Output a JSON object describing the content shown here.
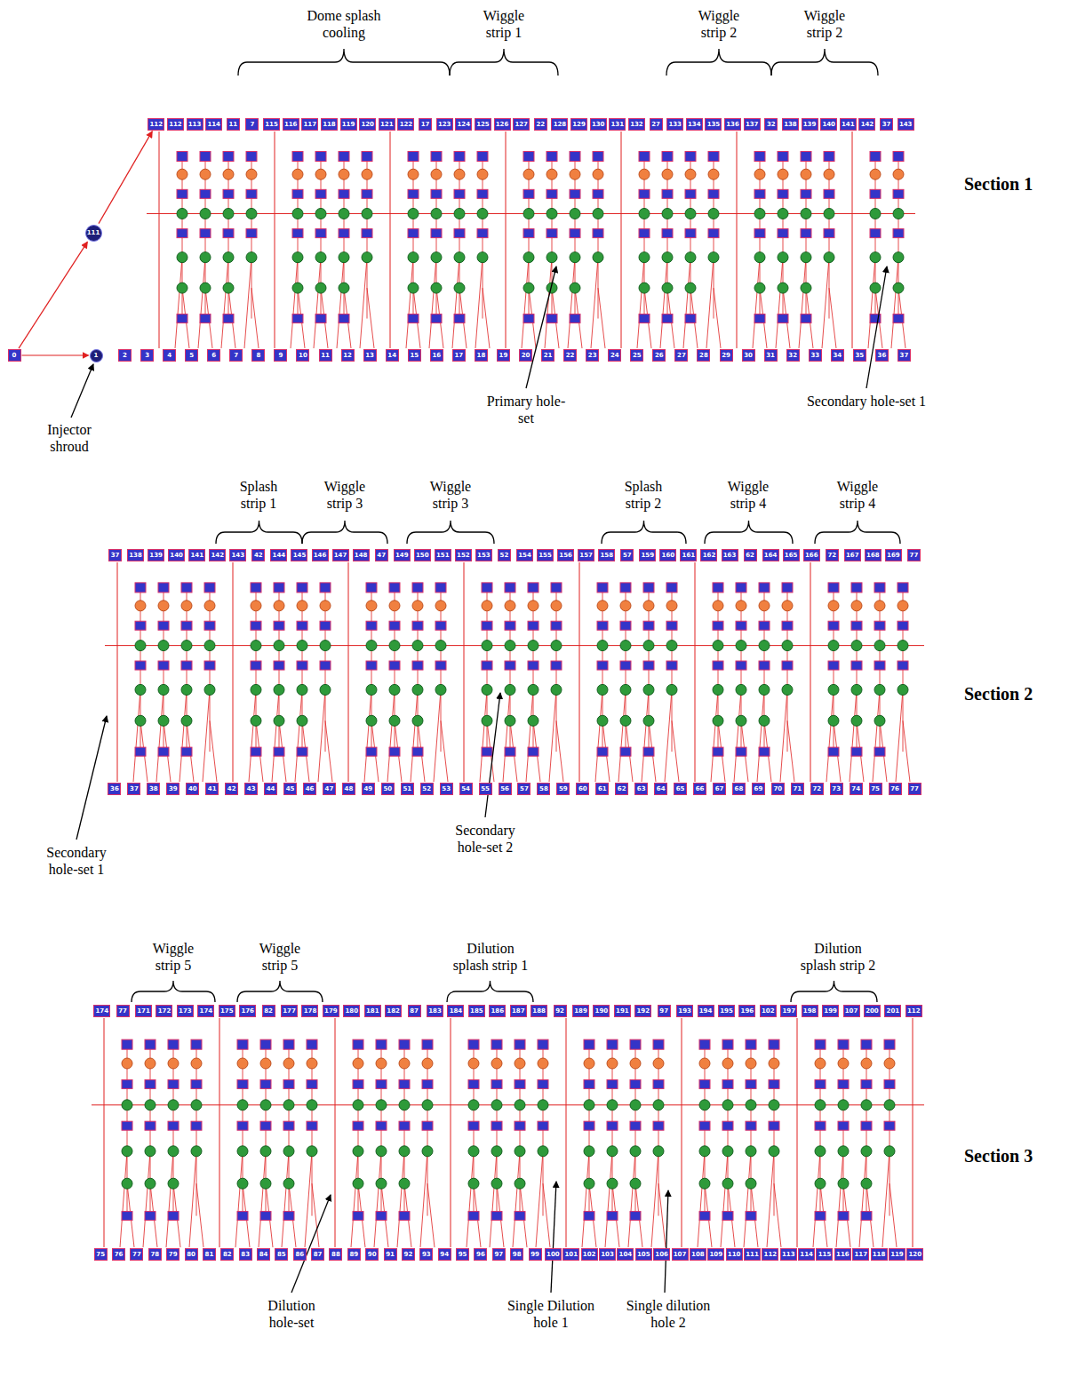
{
  "diagram": {
    "nodes": [
      {
        "text": [
          "0"
        ]
      },
      {
        "text": [
          "111"
        ]
      },
      {
        "text": [
          "1"
        ]
      },
      {
        "text": [
          "112"
        ]
      },
      {
        "text": [
          "112"
        ]
      },
      {
        "text": [
          "113"
        ]
      },
      {
        "text": [
          "114"
        ]
      },
      {
        "text": [
          "11"
        ]
      },
      {
        "text": [
          "7"
        ]
      },
      {
        "text": [
          "115"
        ]
      },
      {
        "text": [
          "116"
        ]
      },
      {
        "text": [
          "117"
        ]
      },
      {
        "text": [
          "118"
        ]
      },
      {
        "text": [
          "119"
        ]
      },
      {
        "text": [
          "120"
        ]
      },
      {
        "text": [
          "121"
        ]
      },
      {
        "text": [
          "122"
        ]
      },
      {
        "text": [
          "17"
        ]
      },
      {
        "text": [
          "123"
        ]
      },
      {
        "text": [
          "124"
        ]
      },
      {
        "text": [
          "125"
        ]
      },
      {
        "text": [
          "126"
        ]
      },
      {
        "text": [
          "127"
        ]
      },
      {
        "text": [
          "22"
        ]
      },
      {
        "text": [
          "128"
        ]
      },
      {
        "text": [
          "129"
        ]
      },
      {
        "text": [
          "130"
        ]
      },
      {
        "text": [
          "131"
        ]
      },
      {
        "text": [
          "132"
        ]
      },
      {
        "text": [
          "27"
        ]
      },
      {
        "text": [
          "133"
        ]
      },
      {
        "text": [
          "134"
        ]
      },
      {
        "text": [
          "135"
        ]
      },
      {
        "text": [
          "136"
        ]
      },
      {
        "text": [
          "137"
        ]
      },
      {
        "text": [
          "32"
        ]
      },
      {
        "text": [
          "138"
        ]
      },
      {
        "text": [
          "139"
        ]
      },
      {
        "text": [
          "140"
        ]
      },
      {
        "text": [
          "141"
        ]
      },
      {
        "text": [
          "142"
        ]
      },
      {
        "text": [
          "37"
        ]
      },
      {
        "text": [
          "143"
        ]
      },
      {
        "text": [
          "2"
        ]
      },
      {
        "text": [
          "3"
        ]
      },
      {
        "text": [
          "4"
        ]
      },
      {
        "text": [
          "5"
        ]
      },
      {
        "text": [
          "6"
        ]
      },
      {
        "text": [
          "7"
        ]
      },
      {
        "text": [
          "8"
        ]
      },
      {
        "text": [
          "9"
        ]
      },
      {
        "text": [
          "10"
        ]
      },
      {
        "text": [
          "11"
        ]
      },
      {
        "text": [
          "12"
        ]
      },
      {
        "text": [
          "13"
        ]
      },
      {
        "text": [
          "14"
        ]
      },
      {
        "text": [
          "15"
        ]
      },
      {
        "text": [
          "16"
        ]
      },
      {
        "text": [
          "17"
        ]
      },
      {
        "text": [
          "18"
        ]
      },
      {
        "text": [
          "19"
        ]
      },
      {
        "text": [
          "20"
        ]
      },
      {
        "text": [
          "21"
        ]
      },
      {
        "text": [
          "22"
        ]
      },
      {
        "text": [
          "23"
        ]
      },
      {
        "text": [
          "24"
        ]
      },
      {
        "text": [
          "25"
        ]
      },
      {
        "text": [
          "26"
        ]
      },
      {
        "text": [
          "27"
        ]
      },
      {
        "text": [
          "28"
        ]
      },
      {
        "text": [
          "29"
        ]
      },
      {
        "text": [
          "30"
        ]
      },
      {
        "text": [
          "31"
        ]
      },
      {
        "text": [
          "32"
        ]
      },
      {
        "text": [
          "33"
        ]
      },
      {
        "text": [
          "34"
        ]
      },
      {
        "text": [
          "35"
        ]
      },
      {
        "text": [
          "36"
        ]
      },
      {
        "text": [
          "37"
        ]
      },
      {
        "text": [
          "37"
        ]
      },
      {
        "text": [
          "138"
        ]
      },
      {
        "text": [
          "139"
        ]
      },
      {
        "text": [
          "140"
        ]
      },
      {
        "text": [
          "141"
        ]
      },
      {
        "text": [
          "142"
        ]
      },
      {
        "text": [
          "143"
        ]
      },
      {
        "text": [
          "42"
        ]
      },
      {
        "text": [
          "144"
        ]
      },
      {
        "text": [
          "145"
        ]
      },
      {
        "text": [
          "146"
        ]
      },
      {
        "text": [
          "147"
        ]
      },
      {
        "text": [
          "148"
        ]
      },
      {
        "text": [
          "47"
        ]
      },
      {
        "text": [
          "149"
        ]
      },
      {
        "text": [
          "150"
        ]
      },
      {
        "text": [
          "151"
        ]
      },
      {
        "text": [
          "152"
        ]
      },
      {
        "text": [
          "153"
        ]
      },
      {
        "text": [
          "52"
        ]
      },
      {
        "text": [
          "154"
        ]
      },
      {
        "text": [
          "155"
        ]
      },
      {
        "text": [
          "156"
        ]
      },
      {
        "text": [
          "157"
        ]
      },
      {
        "text": [
          "158"
        ]
      },
      {
        "text": [
          "57"
        ]
      },
      {
        "text": [
          "159"
        ]
      },
      {
        "text": [
          "160"
        ]
      },
      {
        "text": [
          "161"
        ]
      },
      {
        "text": [
          "162"
        ]
      },
      {
        "text": [
          "163"
        ]
      },
      {
        "text": [
          "62"
        ]
      },
      {
        "text": [
          "164"
        ]
      },
      {
        "text": [
          "165"
        ]
      },
      {
        "text": [
          "166"
        ]
      },
      {
        "text": [
          "72"
        ]
      },
      {
        "text": [
          "167"
        ]
      },
      {
        "text": [
          "168"
        ]
      },
      {
        "text": [
          "169"
        ]
      },
      {
        "text": [
          "77"
        ]
      },
      {
        "text": [
          "36"
        ]
      },
      {
        "text": [
          "37"
        ]
      },
      {
        "text": [
          "38"
        ]
      },
      {
        "text": [
          "39"
        ]
      },
      {
        "text": [
          "40"
        ]
      },
      {
        "text": [
          "41"
        ]
      },
      {
        "text": [
          "42"
        ]
      },
      {
        "text": [
          "43"
        ]
      },
      {
        "text": [
          "44"
        ]
      },
      {
        "text": [
          "45"
        ]
      },
      {
        "text": [
          "46"
        ]
      },
      {
        "text": [
          "47"
        ]
      },
      {
        "text": [
          "48"
        ]
      },
      {
        "text": [
          "49"
        ]
      },
      {
        "text": [
          "50"
        ]
      },
      {
        "text": [
          "51"
        ]
      },
      {
        "text": [
          "52"
        ]
      },
      {
        "text": [
          "53"
        ]
      },
      {
        "text": [
          "54"
        ]
      },
      {
        "text": [
          "55"
        ]
      },
      {
        "text": [
          "56"
        ]
      },
      {
        "text": [
          "57"
        ]
      },
      {
        "text": [
          "58"
        ]
      },
      {
        "text": [
          "59"
        ]
      },
      {
        "text": [
          "60"
        ]
      },
      {
        "text": [
          "61"
        ]
      },
      {
        "text": [
          "62"
        ]
      },
      {
        "text": [
          "63"
        ]
      },
      {
        "text": [
          "64"
        ]
      },
      {
        "text": [
          "65"
        ]
      },
      {
        "text": [
          "66"
        ]
      },
      {
        "text": [
          "67"
        ]
      },
      {
        "text": [
          "68"
        ]
      },
      {
        "text": [
          "69"
        ]
      },
      {
        "text": [
          "70"
        ]
      },
      {
        "text": [
          "71"
        ]
      },
      {
        "text": [
          "72"
        ]
      },
      {
        "text": [
          "73"
        ]
      },
      {
        "text": [
          "74"
        ]
      },
      {
        "text": [
          "75"
        ]
      },
      {
        "text": [
          "76"
        ]
      },
      {
        "text": [
          "77"
        ]
      },
      {
        "text": [
          "174"
        ]
      },
      {
        "text": [
          "77"
        ]
      },
      {
        "text": [
          "171"
        ]
      },
      {
        "text": [
          "172"
        ]
      },
      {
        "text": [
          "173"
        ]
      },
      {
        "text": [
          "174"
        ]
      },
      {
        "text": [
          "175"
        ]
      },
      {
        "text": [
          "176"
        ]
      },
      {
        "text": [
          "82"
        ]
      },
      {
        "text": [
          "177"
        ]
      },
      {
        "text": [
          "178"
        ]
      },
      {
        "text": [
          "179"
        ]
      },
      {
        "text": [
          "180"
        ]
      },
      {
        "text": [
          "181"
        ]
      },
      {
        "text": [
          "182"
        ]
      },
      {
        "text": [
          "87"
        ]
      },
      {
        "text": [
          "183"
        ]
      },
      {
        "text": [
          "184"
        ]
      },
      {
        "text": [
          "185"
        ]
      },
      {
        "text": [
          "186"
        ]
      },
      {
        "text": [
          "187"
        ]
      },
      {
        "text": [
          "188"
        ]
      },
      {
        "text": [
          "92"
        ]
      },
      {
        "text": [
          "189"
        ]
      },
      {
        "text": [
          "190"
        ]
      },
      {
        "text": [
          "191"
        ]
      },
      {
        "text": [
          "192"
        ]
      },
      {
        "text": [
          "97"
        ]
      },
      {
        "text": [
          "193"
        ]
      },
      {
        "text": [
          "194"
        ]
      },
      {
        "text": [
          "195"
        ]
      },
      {
        "text": [
          "196"
        ]
      },
      {
        "text": [
          "102"
        ]
      },
      {
        "text": [
          "197"
        ]
      },
      {
        "text": [
          "198"
        ]
      },
      {
        "text": [
          "199"
        ]
      },
      {
        "text": [
          "107"
        ]
      },
      {
        "text": [
          "200"
        ]
      },
      {
        "text": [
          "201"
        ]
      },
      {
        "text": [
          "112"
        ]
      },
      {
        "text": [
          "75"
        ]
      },
      {
        "text": [
          "76"
        ]
      },
      {
        "text": [
          "77"
        ]
      },
      {
        "text": [
          "78"
        ]
      },
      {
        "text": [
          "79"
        ]
      },
      {
        "text": [
          "80"
        ]
      },
      {
        "text": [
          "81"
        ]
      },
      {
        "text": [
          "82"
        ]
      },
      {
        "text": [
          "83"
        ]
      },
      {
        "text": [
          "84"
        ]
      },
      {
        "text": [
          "85"
        ]
      },
      {
        "text": [
          "86"
        ]
      },
      {
        "text": [
          "87"
        ]
      },
      {
        "text": [
          "88"
        ]
      },
      {
        "text": [
          "89"
        ]
      },
      {
        "text": [
          "90"
        ]
      },
      {
        "text": [
          "91"
        ]
      },
      {
        "text": [
          "92"
        ]
      },
      {
        "text": [
          "93"
        ]
      },
      {
        "text": [
          "94"
        ]
      },
      {
        "text": [
          "95"
        ]
      },
      {
        "text": [
          "96"
        ]
      },
      {
        "text": [
          "97"
        ]
      },
      {
        "text": [
          "98"
        ]
      },
      {
        "text": [
          "99"
        ]
      },
      {
        "text": [
          "100"
        ]
      },
      {
        "text": [
          "101"
        ]
      },
      {
        "text": [
          "102"
        ]
      },
      {
        "text": [
          "103"
        ]
      },
      {
        "text": [
          "104"
        ]
      },
      {
        "text": [
          "105"
        ]
      },
      {
        "text": [
          "106"
        ]
      },
      {
        "text": [
          "107"
        ]
      },
      {
        "text": [
          "108"
        ]
      },
      {
        "text": [
          "109"
        ]
      },
      {
        "text": [
          "110"
        ]
      },
      {
        "text": [
          "111"
        ]
      },
      {
        "text": [
          "112"
        ]
      },
      {
        "text": [
          "113"
        ]
      },
      {
        "text": [
          "114"
        ]
      },
      {
        "text": [
          "115"
        ]
      },
      {
        "text": [
          "116"
        ]
      },
      {
        "text": [
          "117"
        ]
      },
      {
        "text": [
          "118"
        ]
      },
      {
        "text": [
          "119"
        ]
      },
      {
        "text": [
          "120"
        ]
      }
    ],
    "edges": [
      {
        "from": 0,
        "to": 1,
        "arrow": "to"
      },
      {
        "from": 1,
        "to": 3,
        "arrow": "to"
      },
      {
        "from": 0,
        "to": 2,
        "arrow": "to"
      }
    ],
    "labels": [
      "Dome splash cooling",
      "Wiggle strip 1",
      "Wiggle strip 2",
      "Wiggle strip 2",
      "Section 1",
      "Injector shroud",
      "Primary hole-set",
      "Secondary hole-set 1",
      "Splash strip 1",
      "Wiggle strip 3",
      "Wiggle strip 3",
      "Splash strip 2",
      "Wiggle strip 4",
      "Wiggle strip 4",
      "Section 2",
      "Secondary hole-set 1",
      "Secondary hole-set 2",
      "Wiggle strip 5",
      "Wiggle strip 5",
      "Dilution splash strip 1",
      "Dilution splash strip 2",
      "Section 3",
      "Dilution hole-set",
      "Single Dilution hole 1",
      "Single dilution hole 2"
    ]
  }
}
